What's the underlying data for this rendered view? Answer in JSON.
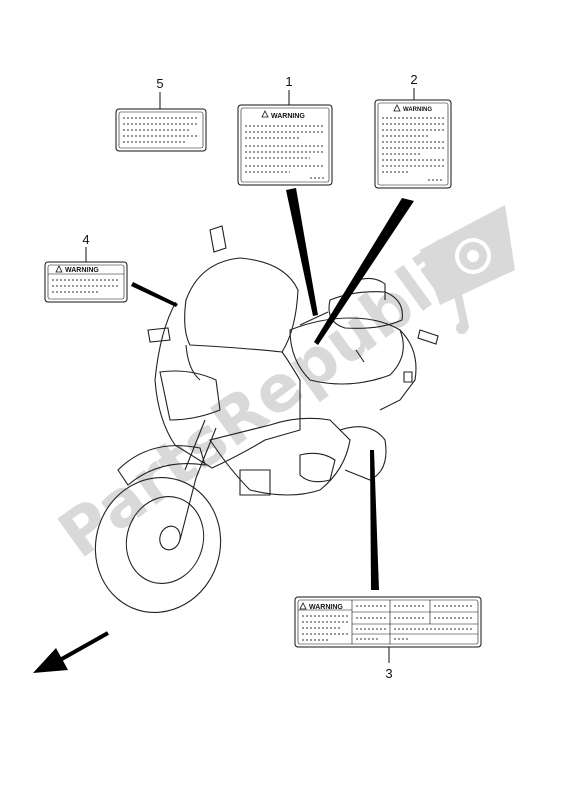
{
  "watermark": {
    "text": "PartsRepublik"
  },
  "callouts": [
    {
      "id": "1",
      "label": "1"
    },
    {
      "id": "2",
      "label": "2"
    },
    {
      "id": "3",
      "label": "3"
    },
    {
      "id": "4",
      "label": "4"
    },
    {
      "id": "5",
      "label": "5"
    }
  ],
  "labels": {
    "label_1": {
      "heading": "WARNING"
    },
    "label_2": {
      "heading": "WARNING"
    },
    "label_3": {
      "heading": "WARNING"
    },
    "label_4": {
      "heading": "WARNING"
    }
  }
}
